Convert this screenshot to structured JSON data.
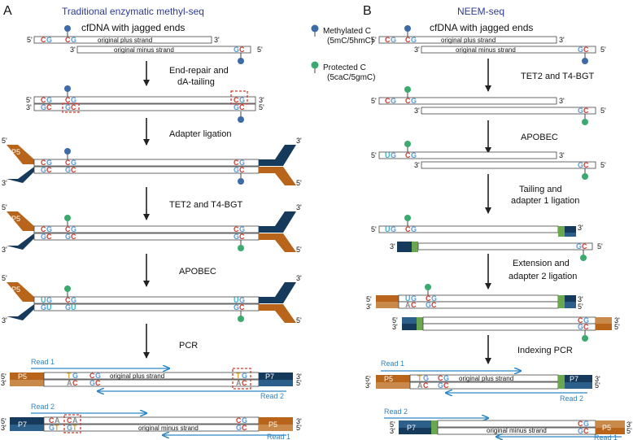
{
  "panels": {
    "a": {
      "letter": "A",
      "title": "Traditional enzymatic methyl-seq",
      "header": "cfDNA with jagged ends",
      "steps": [
        "End-repair and",
        "dA-tailing",
        "Adapter ligation",
        "TET2 and T4-BGT",
        "APOBEC",
        "PCR"
      ]
    },
    "b": {
      "letter": "B",
      "title": "NEEM-seq",
      "header": "cfDNA with jagged ends",
      "steps": [
        "TET2 and T4-BGT",
        "APOBEC",
        "Tailing and",
        "adapter 1 ligation",
        "Extension and",
        "adapter 2 ligation",
        "Indexing PCR"
      ]
    }
  },
  "legend": {
    "methylated": "Methylated C",
    "methylated_sub": "(5mC/5hmC)",
    "protected": "Protected C",
    "protected_sub": "(5caC/5gmC)"
  },
  "strands": {
    "plus": "original plus strand",
    "minus": "original minus strand",
    "five": "5'",
    "three": "3'"
  },
  "adapters": {
    "p5": "P5",
    "p7": "P7"
  },
  "reads": {
    "r1": "Read 1",
    "r2": "Read 2"
  },
  "bases": {
    "C": "C",
    "G": "G",
    "U": "U",
    "T": "T",
    "A": "A"
  },
  "colors": {
    "panel_title": "#2d3a96",
    "methyl_dot": "#3e6aa7",
    "protected_dot": "#3aaa6e",
    "cytosine": "#d2392f",
    "guanine": "#5b9bd5",
    "uracil": "#3fb3cf",
    "thymine": "#e3a72f",
    "adenine": "#8a8a8a",
    "p5": "#b8651b",
    "p5_light": "#c9894a",
    "p7": "#163a5c",
    "green_block": "#6aa84f",
    "read": "#2d86c6",
    "highlight_box": "#d2392f"
  }
}
